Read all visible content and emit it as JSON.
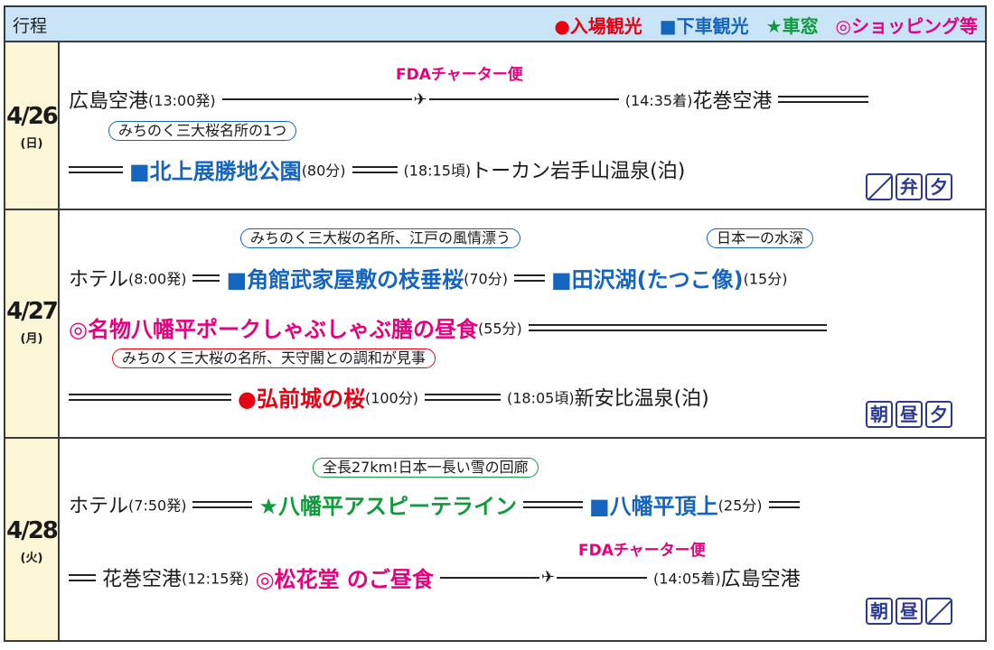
{
  "header": {
    "title": "行程",
    "legend": {
      "entry": "●入場観光",
      "drive_by": "■下車観光",
      "window": "★車窓",
      "shopping": "◎ショッピング等"
    }
  },
  "colors": {
    "red": "#e60012",
    "blue": "#1565c0",
    "green": "#0f9a3c",
    "pink": "#e4007f",
    "header_bg": "#c9e4f7",
    "meal_border": "#2b3a8f"
  },
  "days": [
    {
      "date": "4/26",
      "dow": "(日)",
      "fda": "FDAチャーター便",
      "line1": {
        "from": "広島空港",
        "dep": "(13:00発)",
        "arr": "(14:35着)",
        "to": "花巻空港"
      },
      "note1": "みちのく三大桜名所の1つ",
      "line2": {
        "sight": "■北上展勝地公園",
        "dur": "(80分)",
        "time": "(18:15頃)",
        "hotel": "トーカン岩手山温泉(泊)"
      },
      "meals": [
        "",
        "弁",
        "夕"
      ]
    },
    {
      "date": "4/27",
      "dow": "(月)",
      "note1": "みちのく三大桜の名所、江戸の風情漂う",
      "note2": "日本一の水深",
      "line1": {
        "from": "ホテル",
        "dep": "(8:00発)",
        "sight1": "■角館武家屋敷の枝垂桜",
        "dur1": "(70分)",
        "sight2": "■田沢湖(たつこ像)",
        "dur2": "(15分)"
      },
      "line2": {
        "lunch": "◎名物八幡平ポークしゃぶしゃぶ膳の昼食",
        "dur": "(55分)"
      },
      "note3": "みちのく三大桜の名所、天守閣との調和が見事",
      "line3": {
        "sight": "●弘前城の桜",
        "dur": "(100分)",
        "time": "(18:05頃)",
        "hotel": "新安比温泉(泊)"
      },
      "meals": [
        "朝",
        "昼",
        "夕"
      ]
    },
    {
      "date": "4/28",
      "dow": "(火)",
      "note1": "全長27km!日本一長い雪の回廊",
      "fda": "FDAチャーター便",
      "line1": {
        "from": "ホテル",
        "dep": "(7:50発)",
        "sight1": "★八幡平アスピーテライン",
        "sight2": "■八幡平頂上",
        "dur2": "(25分)"
      },
      "line2": {
        "airport": "花巻空港",
        "dep": "(12:15発)",
        "lunch": "◎松花堂 のご昼食",
        "arr": "(14:05着)",
        "to": "広島空港"
      },
      "meals": [
        "朝",
        "昼",
        ""
      ]
    }
  ]
}
